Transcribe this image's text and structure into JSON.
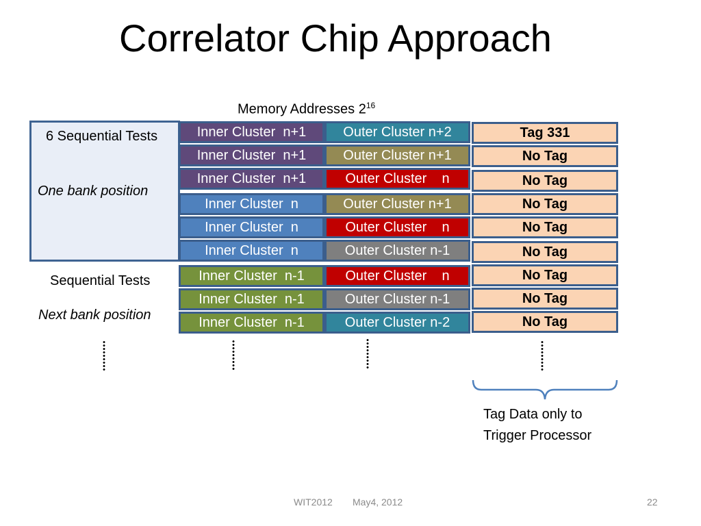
{
  "slide": {
    "title": "Correlator Chip Approach",
    "memory_label": "Memory Addresses  2",
    "memory_exponent": "16"
  },
  "left_labels": {
    "six_sequential": "6 Sequential Tests",
    "one_bank": "One bank position",
    "sequential": "Sequential Tests",
    "next_bank": "Next bank position"
  },
  "colors": {
    "purple": "#5f497a",
    "blue": "#4f81bd",
    "green": "#76923c",
    "teal": "#31859c",
    "olive": "#948a54",
    "red": "#c00000",
    "gray": "#7f7f7f",
    "tag_fill": "#fbd4b4",
    "border": "#3b5e8c"
  },
  "rows": [
    {
      "inner": "Inner Cluster  n+1",
      "inner_color": "purple",
      "outer": "Outer Cluster n+2",
      "outer_color": "teal",
      "tag": "Tag 331"
    },
    {
      "inner": "Inner Cluster  n+1",
      "inner_color": "purple",
      "outer": "Outer Cluster n+1",
      "outer_color": "olive",
      "tag": "No Tag"
    },
    {
      "inner": "Inner Cluster  n+1",
      "inner_color": "purple",
      "outer": "Outer Cluster    n",
      "outer_color": "red",
      "tag": "No Tag"
    },
    {
      "inner": "Inner Cluster  n",
      "inner_color": "blue",
      "outer": "Outer Cluster n+1",
      "outer_color": "olive",
      "tag": "No Tag"
    },
    {
      "inner": "Inner Cluster  n",
      "inner_color": "blue",
      "outer": "Outer Cluster    n",
      "outer_color": "red",
      "tag": "No Tag"
    },
    {
      "inner": "Inner Cluster  n",
      "inner_color": "blue",
      "outer": "Outer Cluster n-1",
      "outer_color": "gray",
      "tag": "No Tag"
    },
    {
      "inner": "Inner Cluster  n-1",
      "inner_color": "green",
      "outer": "Outer Cluster    n",
      "outer_color": "red",
      "tag": "No Tag"
    },
    {
      "inner": "Inner Cluster  n-1",
      "inner_color": "green",
      "outer": "Outer Cluster n-1",
      "outer_color": "gray",
      "tag": "No Tag"
    },
    {
      "inner": "Inner Cluster  n-1",
      "inner_color": "green",
      "outer": "Outer Cluster n-2",
      "outer_color": "teal",
      "tag": "No Tag"
    }
  ],
  "tag_note": {
    "line1": "Tag Data only to",
    "line2": "Trigger Processor"
  },
  "footer": {
    "event": "WIT2012",
    "date": "May4, 2012",
    "page": "22"
  }
}
